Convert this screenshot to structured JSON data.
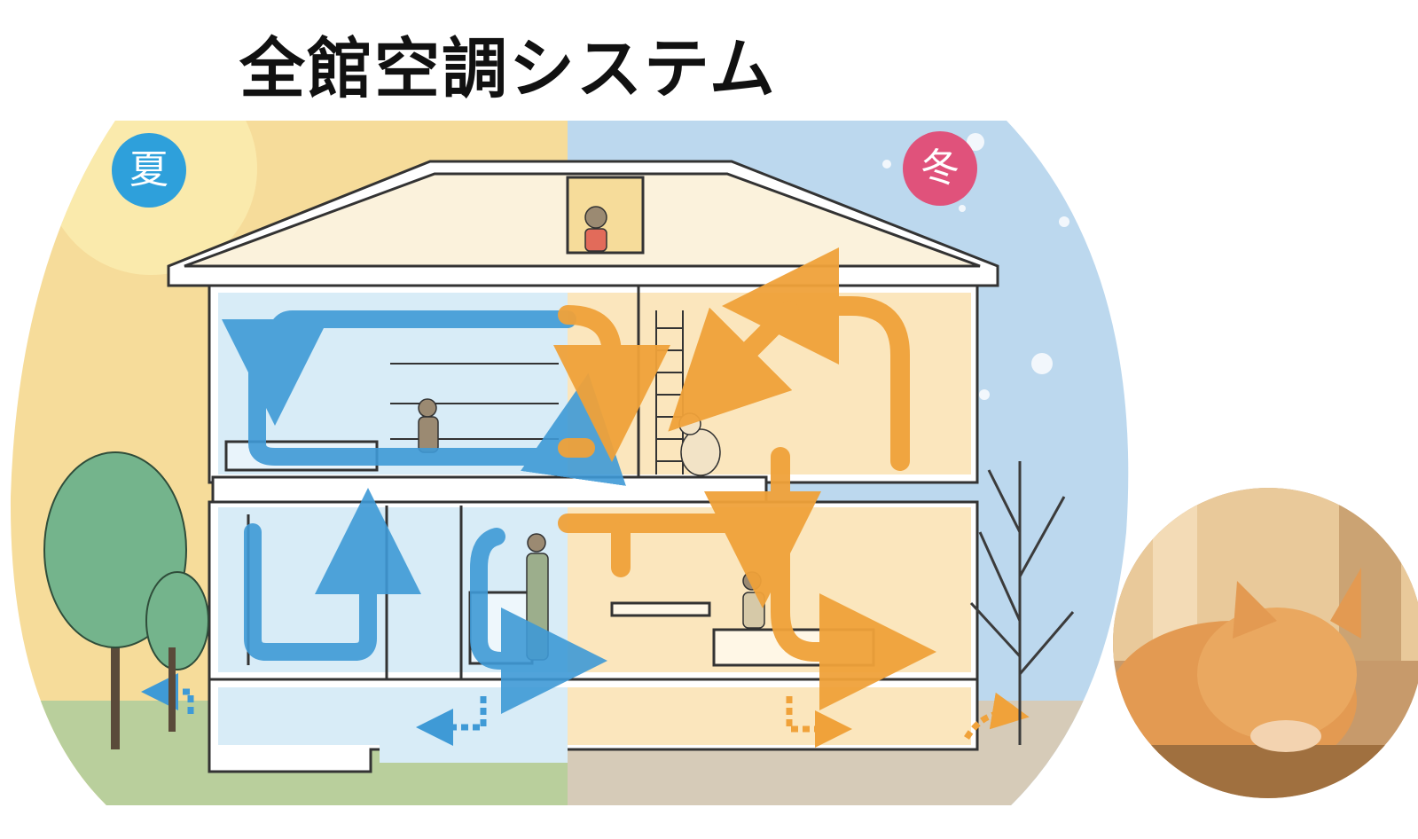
{
  "title": "全館空調システム",
  "seasons": {
    "summer_label": "夏",
    "winter_label": "冬"
  },
  "colors": {
    "summer_bg": "#f6dc9a",
    "winter_bg": "#bcd8ee",
    "summer_badge": "#2ea0db",
    "winter_badge": "#e0527b",
    "cool_arrow": "#3f9ad6",
    "warm_arrow": "#f0a23a"
  },
  "icons": [
    "tree-icon",
    "bare-tree-icon",
    "cat-photo",
    "person-icon",
    "dog-icon"
  ]
}
